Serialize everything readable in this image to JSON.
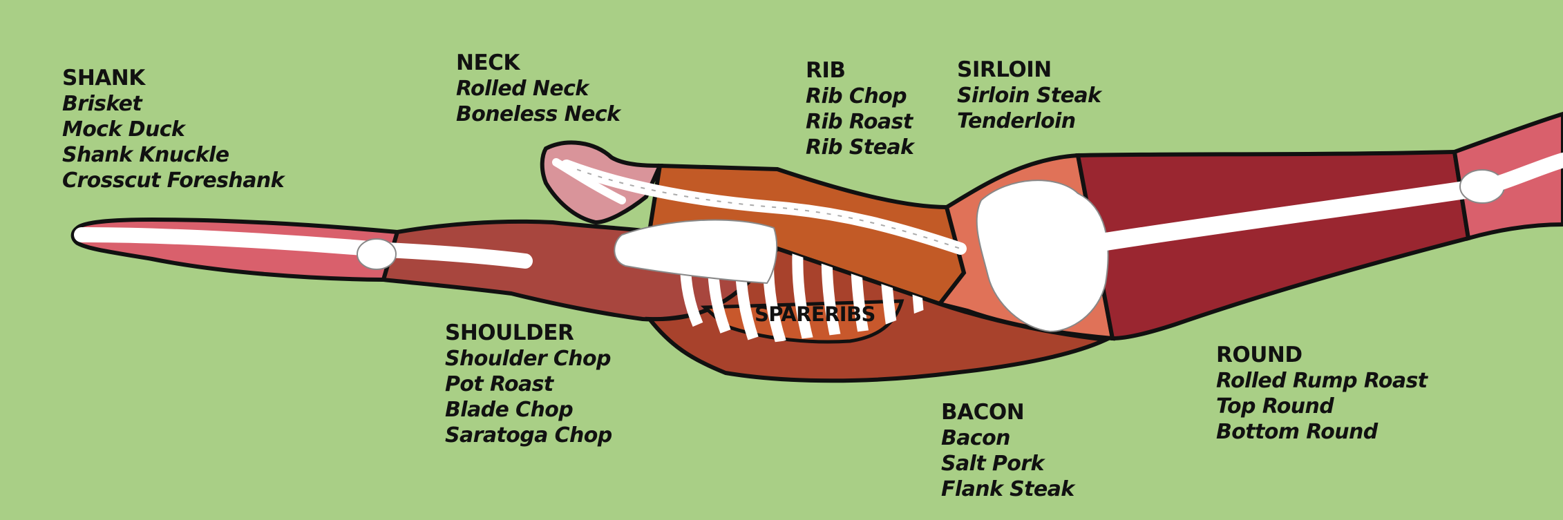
{
  "colors": {
    "background": "#a9cf86",
    "outline": "#111111",
    "bone": "#ffffff",
    "shank": "#d9606c",
    "neck": "#d9949a",
    "shoulder": "#a8463e",
    "rib": "#c25a26",
    "sirloin": "#e07258",
    "round": "#9a2630",
    "bacon": "#a8422c",
    "spareribs": "#c8582c"
  },
  "groups": {
    "shank": {
      "title": "SHANK",
      "cuts": [
        "Brisket",
        "Mock Duck",
        "Shank Knuckle",
        "Crosscut Foreshank"
      ]
    },
    "neck": {
      "title": "NECK",
      "cuts": [
        "Rolled Neck",
        "Boneless Neck"
      ]
    },
    "rib": {
      "title": "RIB",
      "cuts": [
        "Rib Chop",
        "Rib Roast",
        "Rib Steak"
      ]
    },
    "sirloin": {
      "title": "SIRLOIN",
      "cuts": [
        "Sirloin Steak",
        "Tenderloin"
      ]
    },
    "shoulder": {
      "title": "SHOULDER",
      "cuts": [
        "Shoulder Chop",
        "Pot Roast",
        "Blade Chop",
        "Saratoga Chop"
      ]
    },
    "round": {
      "title": "ROUND",
      "cuts": [
        "Rolled Rump Roast",
        "Top Round",
        "Bottom Round"
      ]
    },
    "bacon": {
      "title": "BACON",
      "cuts": [
        "Bacon",
        "Salt Pork",
        "Flank Steak"
      ]
    },
    "spareribs": {
      "title": "SPARERIBS"
    }
  }
}
